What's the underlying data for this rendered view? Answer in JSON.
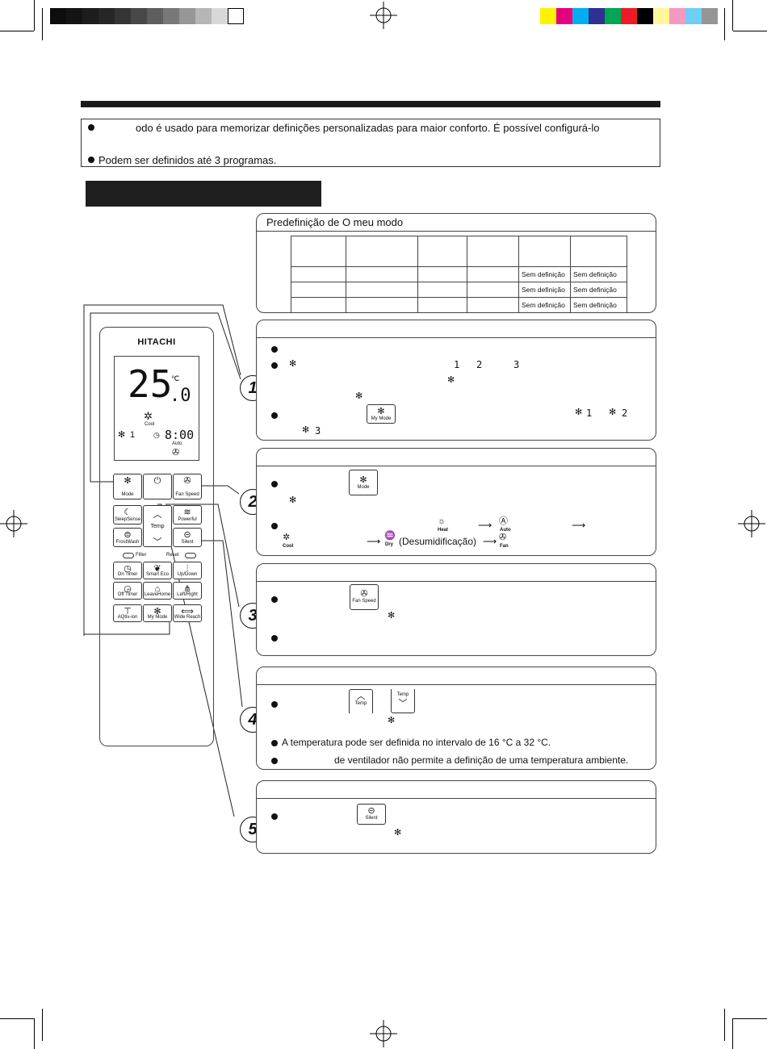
{
  "printer_marks": {
    "grays": [
      "#0d0d0d",
      "#141414",
      "#1d1d1d",
      "#262626",
      "#353535",
      "#484848",
      "#5e5e5e",
      "#787878",
      "#979797",
      "#b6b6b6",
      "#d8d8d8",
      "#ffffff"
    ],
    "colors": [
      "#fff200",
      "#e6007e",
      "#00aeef",
      "#2e3192",
      "#00a651",
      "#ed1c24",
      "#000000",
      "#fff799",
      "#f49ac1",
      "#6dcff6",
      "#959595"
    ]
  },
  "intro": {
    "line1": "odo é usado para memorizar definições personalizadas para maior conforto. É possível configurá-lo",
    "line2": "Podem ser definidos até 3 programas."
  },
  "preset_panel": {
    "title": "Predefinição de O meu modo",
    "rows": [
      [
        "",
        "",
        "",
        "",
        "Sem definição",
        "Sem definição"
      ],
      [
        "",
        "",
        "",
        "",
        "Sem definição",
        "Sem definição"
      ],
      [
        "",
        "",
        "",
        "",
        "Sem definição",
        "Sem definição"
      ]
    ]
  },
  "remote": {
    "brand": "HITACHI",
    "lcd": {
      "temp": "25",
      "decimal": ".0",
      "unit": "℃",
      "mode": "Cool",
      "clock": "8:00",
      "fan": "Auto",
      "slot": "1"
    },
    "buttons": {
      "mode": "Mode",
      "fan_speed": "Fan Speed",
      "temp": "Temp",
      "sleep": "SleepSense",
      "powerful": "Powerful",
      "frostwash": "FrostWash",
      "silent": "Silent",
      "filter": "Filter",
      "reset": "Reset",
      "on_timer": "On Timer",
      "smart_eco": "Smart Eco",
      "up_down": "Up/Down",
      "off_timer": "Off Timer",
      "leave_home": "LeaveHome",
      "left_right": "Left/Right",
      "aqtiv": "AQtiv-ion",
      "my_mode": "My Mode",
      "wide_reach": "Wide Reach"
    }
  },
  "steps": [
    "1",
    "2",
    "3",
    "4",
    "5"
  ],
  "step1": {
    "my_mode_btn": "My Mode",
    "slots": [
      "1",
      "2",
      "3"
    ]
  },
  "step2": {
    "mode_btn": "Mode",
    "heat": "Heat",
    "auto": "Auto",
    "cool": "Cool",
    "dry": "Dry",
    "fan": "Fan",
    "dry_text": "(Desumidificação)"
  },
  "step3": {
    "fan_btn": "Fan Speed"
  },
  "step4": {
    "temp_up": "Temp",
    "temp_down": "Temp",
    "range_text": "A temperatura pode ser definida no intervalo de 16 °C a 32 °C.",
    "fan_text": "de ventilador não permite a definição de uma temperatura ambiente."
  },
  "step5": {
    "silent_btn": "Silent"
  }
}
